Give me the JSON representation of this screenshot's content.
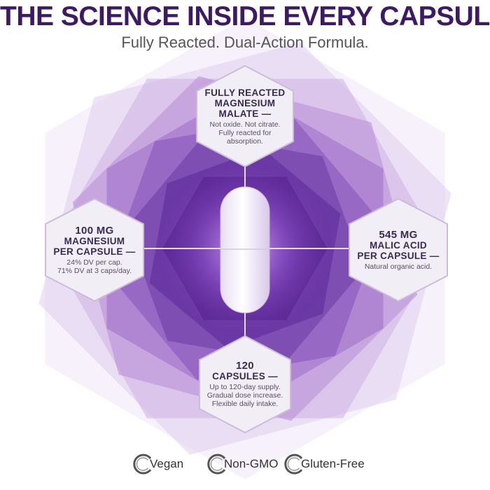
{
  "header": {
    "title": "THE SCIENCE INSIDE EVERY CAPSULE",
    "subtitle": "Fully Reacted. Dual-Action Formula."
  },
  "callouts": {
    "top": {
      "heading": [
        "FULLY REACTED",
        "MAGNESIUM",
        "MALATE —"
      ],
      "description": [
        "Not oxide. Not citrate.",
        "Fully reacted for",
        "absorption."
      ]
    },
    "left": {
      "heading": [
        "100 MG",
        "MAGNESIUM",
        "PER CAPSULE —"
      ],
      "description": [
        "24% DV per cap.",
        "71% DV at 3 caps/day."
      ]
    },
    "right": {
      "heading": [
        "545 MG",
        "MALIC ACID",
        "PER CAPSULE —"
      ],
      "description": [
        "Natural organic acid."
      ]
    },
    "bottom": {
      "heading": [
        "120",
        "CAPSULES —"
      ],
      "description": [
        "Up to 120-day supply.",
        "Gradual dose increase.",
        "Flexible daily intake."
      ]
    }
  },
  "badges": [
    {
      "label": "Vegan",
      "icon": "circle-c-icon"
    },
    {
      "label": "Non-GMO",
      "icon": "circle-c-icon"
    },
    {
      "label": "Gluten-Free",
      "icon": "circle-c-icon"
    }
  ],
  "colors": {
    "title": "#3d1a63",
    "subtitle": "#555555",
    "glow_core": "#4a1280",
    "glow_mid": "#8a4cc4",
    "glow_outer": "#e6d6f2",
    "hex_fill": "#f2eef5",
    "hex_stroke": "#c9bcd6",
    "capsule": "#f7f2fb"
  }
}
